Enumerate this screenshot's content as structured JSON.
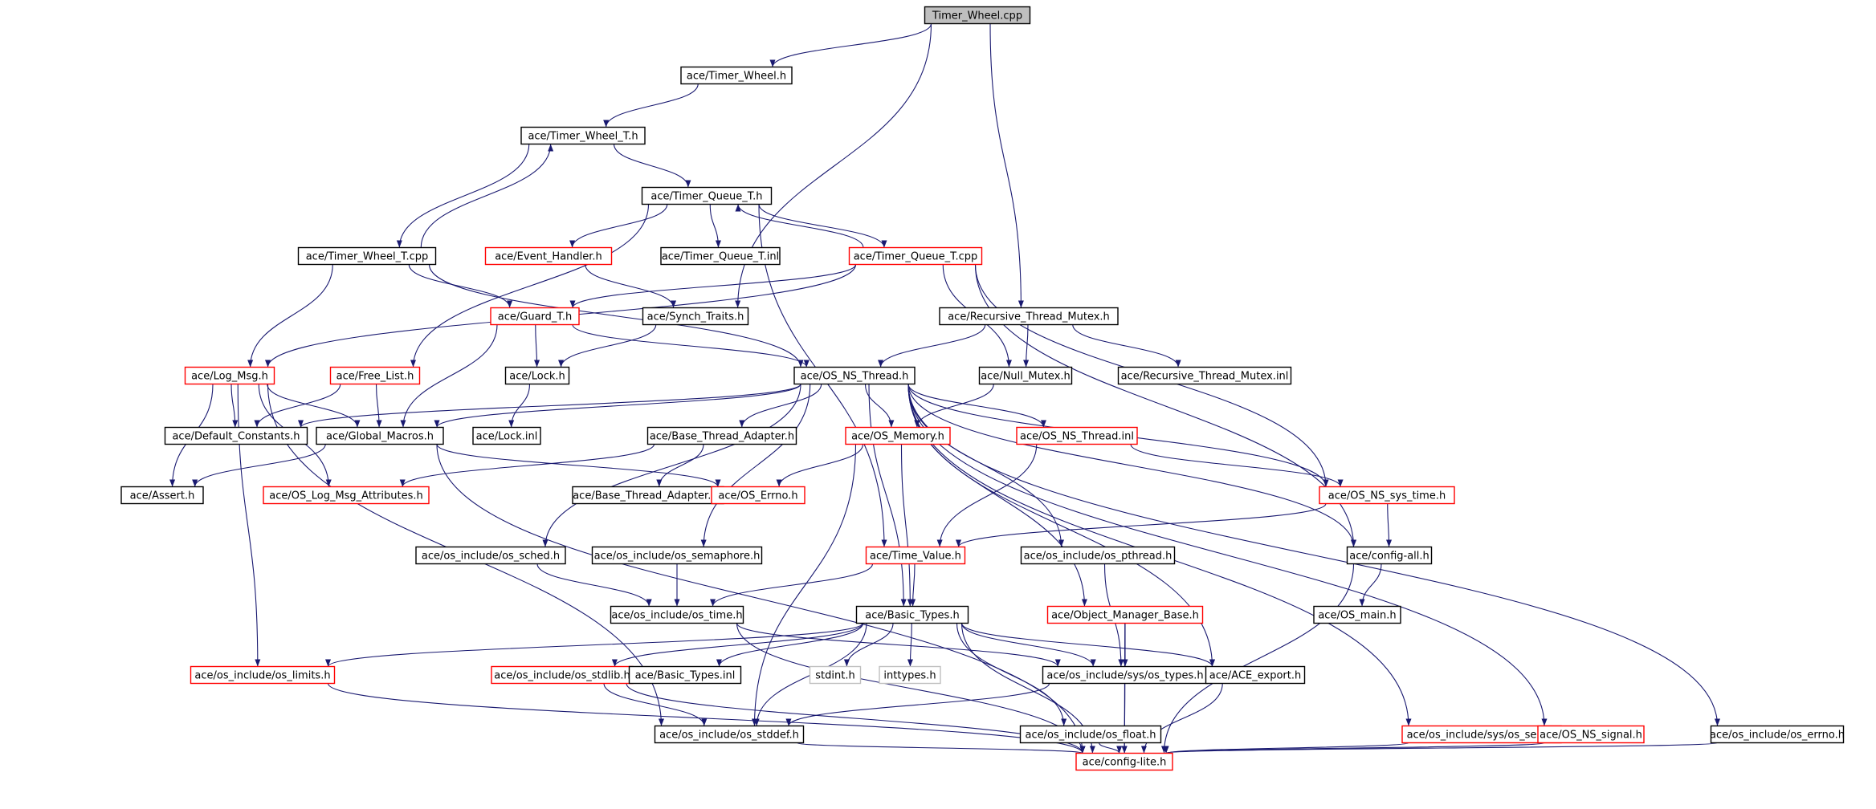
{
  "colors": {
    "edge": "#191970",
    "normal_border": "#000000",
    "truncated_border": "#ff0000",
    "system_border": "#bfbfbf",
    "root_fill": "#bfbfbf"
  },
  "nodes": [
    {
      "id": "root",
      "label": "Timer_Wheel.cpp",
      "kind": "root"
    },
    {
      "id": "tw_h",
      "label": "ace/Timer_Wheel.h",
      "kind": "normal"
    },
    {
      "id": "twt_h",
      "label": "ace/Timer_Wheel_T.h",
      "kind": "normal"
    },
    {
      "id": "tqt_h",
      "label": "ace/Timer_Queue_T.h",
      "kind": "normal"
    },
    {
      "id": "twt_cpp",
      "label": "ace/Timer_Wheel_T.cpp",
      "kind": "normal"
    },
    {
      "id": "eh_h",
      "label": "ace/Event_Handler.h",
      "kind": "truncated"
    },
    {
      "id": "tqt_inl",
      "label": "ace/Timer_Queue_T.inl",
      "kind": "normal"
    },
    {
      "id": "tqt_cpp",
      "label": "ace/Timer_Queue_T.cpp",
      "kind": "truncated"
    },
    {
      "id": "gt_h",
      "label": "ace/Guard_T.h",
      "kind": "truncated"
    },
    {
      "id": "st_h",
      "label": "ace/Synch_Traits.h",
      "kind": "normal"
    },
    {
      "id": "rtm_h",
      "label": "ace/Recursive_Thread_Mutex.h",
      "kind": "normal"
    },
    {
      "id": "lm_h",
      "label": "ace/Log_Msg.h",
      "kind": "truncated"
    },
    {
      "id": "fl_h",
      "label": "ace/Free_List.h",
      "kind": "truncated"
    },
    {
      "id": "lock_h",
      "label": "ace/Lock.h",
      "kind": "normal"
    },
    {
      "id": "osnt_h",
      "label": "ace/OS_NS_Thread.h",
      "kind": "normal"
    },
    {
      "id": "nm_h",
      "label": "ace/Null_Mutex.h",
      "kind": "normal"
    },
    {
      "id": "rtm_inl",
      "label": "ace/Recursive_Thread_Mutex.inl",
      "kind": "normal"
    },
    {
      "id": "dc_h",
      "label": "ace/Default_Constants.h",
      "kind": "normal"
    },
    {
      "id": "gm_h",
      "label": "ace/Global_Macros.h",
      "kind": "normal"
    },
    {
      "id": "lock_inl",
      "label": "ace/Lock.inl",
      "kind": "normal"
    },
    {
      "id": "bta_h",
      "label": "ace/Base_Thread_Adapter.h",
      "kind": "normal"
    },
    {
      "id": "osm_h",
      "label": "ace/OS_Memory.h",
      "kind": "truncated"
    },
    {
      "id": "osnt_inl",
      "label": "ace/OS_NS_Thread.inl",
      "kind": "truncated"
    },
    {
      "id": "assert_h",
      "label": "ace/Assert.h",
      "kind": "normal"
    },
    {
      "id": "olma_h",
      "label": "ace/OS_Log_Msg_Attributes.h",
      "kind": "truncated"
    },
    {
      "id": "bta_inl",
      "label": "ace/Base_Thread_Adapter.inl",
      "kind": "normal"
    },
    {
      "id": "ose_h",
      "label": "ace/OS_Errno.h",
      "kind": "truncated"
    },
    {
      "id": "osst_h",
      "label": "ace/OS_NS_sys_time.h",
      "kind": "truncated"
    },
    {
      "id": "oi_sched",
      "label": "ace/os_include/os_sched.h",
      "kind": "normal"
    },
    {
      "id": "oi_sem",
      "label": "ace/os_include/os_semaphore.h",
      "kind": "normal"
    },
    {
      "id": "tv_h",
      "label": "ace/Time_Value.h",
      "kind": "truncated"
    },
    {
      "id": "oi_pthread",
      "label": "ace/os_include/os_pthread.h",
      "kind": "normal"
    },
    {
      "id": "ca_h",
      "label": "ace/config-all.h",
      "kind": "normal"
    },
    {
      "id": "oi_time",
      "label": "ace/os_include/os_time.h",
      "kind": "normal"
    },
    {
      "id": "bt_h",
      "label": "ace/Basic_Types.h",
      "kind": "normal"
    },
    {
      "id": "omb_h",
      "label": "ace/Object_Manager_Base.h",
      "kind": "truncated"
    },
    {
      "id": "osmain_h",
      "label": "ace/OS_main.h",
      "kind": "normal"
    },
    {
      "id": "oi_limits",
      "label": "ace/os_include/os_limits.h",
      "kind": "truncated"
    },
    {
      "id": "oi_stdlib",
      "label": "ace/os_include/os_stdlib.h",
      "kind": "truncated"
    },
    {
      "id": "bt_inl",
      "label": "ace/Basic_Types.inl",
      "kind": "normal"
    },
    {
      "id": "stdint",
      "label": "stdint.h",
      "kind": "system"
    },
    {
      "id": "inttypes",
      "label": "inttypes.h",
      "kind": "system"
    },
    {
      "id": "oi_systypes",
      "label": "ace/os_include/sys/os_types.h",
      "kind": "normal"
    },
    {
      "id": "aexp_h",
      "label": "ace/ACE_export.h",
      "kind": "normal"
    },
    {
      "id": "oi_stddef",
      "label": "ace/os_include/os_stddef.h",
      "kind": "normal"
    },
    {
      "id": "oi_float",
      "label": "ace/os_include/os_float.h",
      "kind": "normal"
    },
    {
      "id": "oi_syssem",
      "label": "ace/os_include/sys/os_sem.h",
      "kind": "truncated"
    },
    {
      "id": "ossig_h",
      "label": "ace/OS_NS_signal.h",
      "kind": "truncated"
    },
    {
      "id": "oi_errno",
      "label": "ace/os_include/os_errno.h",
      "kind": "normal"
    },
    {
      "id": "cl_h",
      "label": "ace/config-lite.h",
      "kind": "truncated"
    }
  ],
  "edges": [
    [
      "root",
      "tw_h"
    ],
    [
      "root",
      "st_h"
    ],
    [
      "root",
      "rtm_h"
    ],
    [
      "tw_h",
      "twt_h"
    ],
    [
      "twt_h",
      "tqt_h"
    ],
    [
      "twt_h",
      "twt_cpp"
    ],
    [
      "twt_cpp",
      "twt_h"
    ],
    [
      "twt_cpp",
      "gt_h"
    ],
    [
      "twt_cpp",
      "lm_h"
    ],
    [
      "twt_cpp",
      "osnt_h"
    ],
    [
      "tqt_h",
      "eh_h"
    ],
    [
      "tqt_h",
      "tqt_inl"
    ],
    [
      "tqt_h",
      "tqt_cpp"
    ],
    [
      "tqt_h",
      "fl_h"
    ],
    [
      "tqt_h",
      "tv_h"
    ],
    [
      "tqt_cpp",
      "tqt_h"
    ],
    [
      "tqt_cpp",
      "gt_h"
    ],
    [
      "tqt_cpp",
      "lm_h"
    ],
    [
      "tqt_cpp",
      "nm_h"
    ],
    [
      "tqt_cpp",
      "osst_h"
    ],
    [
      "tqt_cpp",
      "ca_h"
    ],
    [
      "eh_h",
      "st_h"
    ],
    [
      "gt_h",
      "lock_h"
    ],
    [
      "gt_h",
      "osnt_h"
    ],
    [
      "gt_h",
      "gm_h"
    ],
    [
      "st_h",
      "lock_h"
    ],
    [
      "rtm_h",
      "osnt_h"
    ],
    [
      "rtm_h",
      "nm_h"
    ],
    [
      "rtm_h",
      "rtm_inl"
    ],
    [
      "lm_h",
      "dc_h"
    ],
    [
      "lm_h",
      "gm_h"
    ],
    [
      "lm_h",
      "assert_h"
    ],
    [
      "lm_h",
      "olma_h"
    ],
    [
      "lm_h",
      "oi_limits"
    ],
    [
      "lm_h",
      "oi_stddef"
    ],
    [
      "fl_h",
      "dc_h"
    ],
    [
      "fl_h",
      "gm_h"
    ],
    [
      "lock_h",
      "lock_inl"
    ],
    [
      "osnt_h",
      "dc_h"
    ],
    [
      "osnt_h",
      "gm_h"
    ],
    [
      "osnt_h",
      "bta_h"
    ],
    [
      "osnt_h",
      "osm_h"
    ],
    [
      "osnt_h",
      "osnt_inl"
    ],
    [
      "osnt_h",
      "osst_h"
    ],
    [
      "osnt_h",
      "oi_sched"
    ],
    [
      "osnt_h",
      "oi_sem"
    ],
    [
      "osnt_h",
      "bt_h"
    ],
    [
      "osnt_h",
      "oi_pthread"
    ],
    [
      "osnt_h",
      "omb_h"
    ],
    [
      "osnt_h",
      "aexp_h"
    ],
    [
      "osnt_h",
      "ca_h"
    ],
    [
      "osnt_h",
      "oi_syssem"
    ],
    [
      "osnt_h",
      "ossig_h"
    ],
    [
      "osnt_h",
      "oi_errno"
    ],
    [
      "nm_h",
      "osm_h"
    ],
    [
      "gm_h",
      "assert_h"
    ],
    [
      "gm_h",
      "ose_h"
    ],
    [
      "gm_h",
      "cl_h"
    ],
    [
      "bta_h",
      "olma_h"
    ],
    [
      "bta_h",
      "bta_inl"
    ],
    [
      "osm_h",
      "ose_h"
    ],
    [
      "osm_h",
      "bt_h"
    ],
    [
      "osm_h",
      "oi_stddef"
    ],
    [
      "osnt_inl",
      "tv_h"
    ],
    [
      "osnt_inl",
      "osst_h"
    ],
    [
      "osst_h",
      "tv_h"
    ],
    [
      "osst_h",
      "ca_h"
    ],
    [
      "oi_sched",
      "oi_time"
    ],
    [
      "oi_sem",
      "oi_time"
    ],
    [
      "tv_h",
      "bt_h"
    ],
    [
      "tv_h",
      "oi_time"
    ],
    [
      "oi_pthread",
      "oi_systypes"
    ],
    [
      "ca_h",
      "osmain_h"
    ],
    [
      "ca_h",
      "cl_h"
    ],
    [
      "oi_time",
      "oi_systypes"
    ],
    [
      "oi_time",
      "cl_h"
    ],
    [
      "bt_h",
      "oi_limits"
    ],
    [
      "bt_h",
      "oi_stdlib"
    ],
    [
      "bt_h",
      "bt_inl"
    ],
    [
      "bt_h",
      "stdint"
    ],
    [
      "bt_h",
      "inttypes"
    ],
    [
      "bt_h",
      "oi_systypes"
    ],
    [
      "bt_h",
      "aexp_h"
    ],
    [
      "bt_h",
      "oi_stddef"
    ],
    [
      "bt_h",
      "oi_float"
    ],
    [
      "bt_h",
      "cl_h"
    ],
    [
      "omb_h",
      "oi_systypes"
    ],
    [
      "omb_h",
      "cl_h"
    ],
    [
      "oi_limits",
      "cl_h"
    ],
    [
      "oi_stdlib",
      "oi_stddef"
    ],
    [
      "oi_stdlib",
      "cl_h"
    ],
    [
      "oi_systypes",
      "oi_stddef"
    ],
    [
      "oi_systypes",
      "cl_h"
    ],
    [
      "aexp_h",
      "cl_h"
    ],
    [
      "oi_stddef",
      "cl_h"
    ],
    [
      "oi_float",
      "cl_h"
    ],
    [
      "oi_syssem",
      "cl_h"
    ],
    [
      "ossig_h",
      "cl_h"
    ],
    [
      "oi_errno",
      "cl_h"
    ]
  ]
}
